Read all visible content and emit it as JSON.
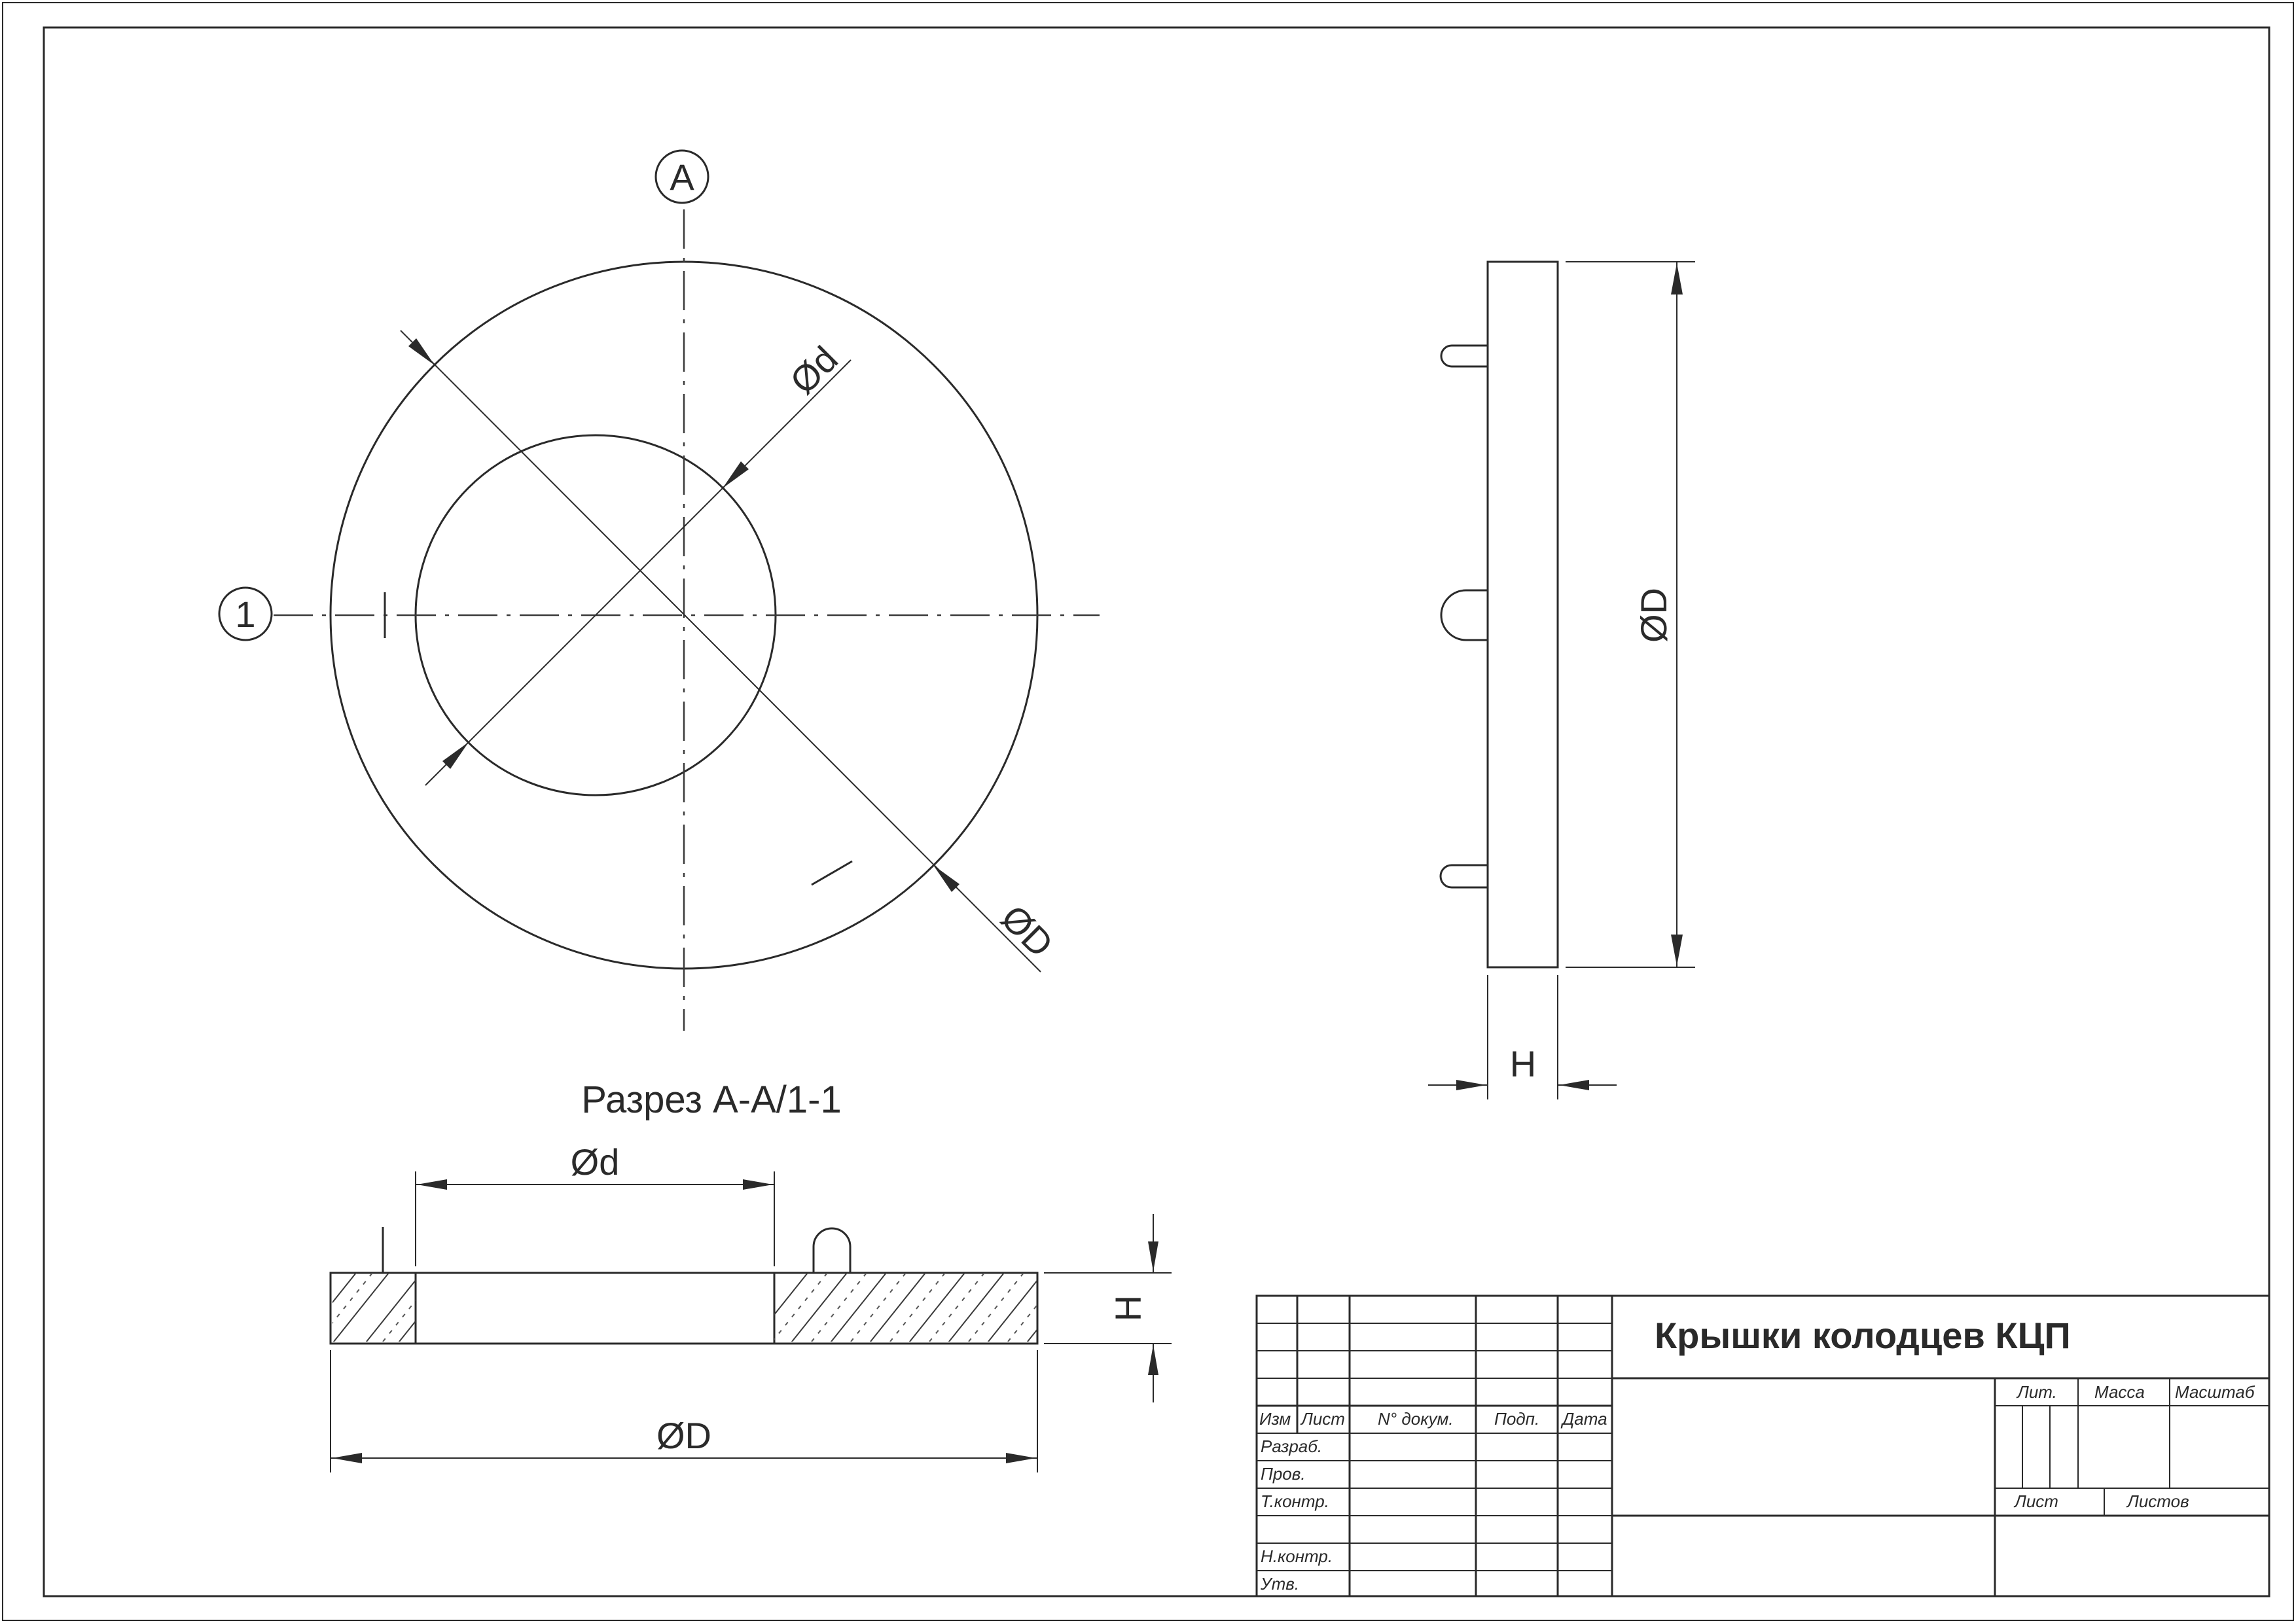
{
  "views": {
    "plan": {
      "marker_a": "A",
      "marker_1": "1",
      "dim_inner": "Ød",
      "dim_outer": "ØD"
    },
    "side": {
      "dim_diameter": "ØD",
      "dim_height": "H"
    },
    "section": {
      "caption": "Разрез А-А/1-1",
      "dim_inner": "Ød",
      "dim_outer": "ØD",
      "dim_height": "H"
    }
  },
  "title_block": {
    "title": "Крышки колодцев КЦП",
    "header_cols": [
      "Изм",
      "Лист",
      "N° докум.",
      "Подп.",
      "Дата"
    ],
    "rows": [
      "Разраб.",
      "Пров.",
      "Т.контр.",
      "Н.контр.",
      "Утв."
    ],
    "lit": "Лит.",
    "massa": "Масса",
    "masshtab": "Масштаб",
    "list": "Лист",
    "listov": "Листов"
  }
}
